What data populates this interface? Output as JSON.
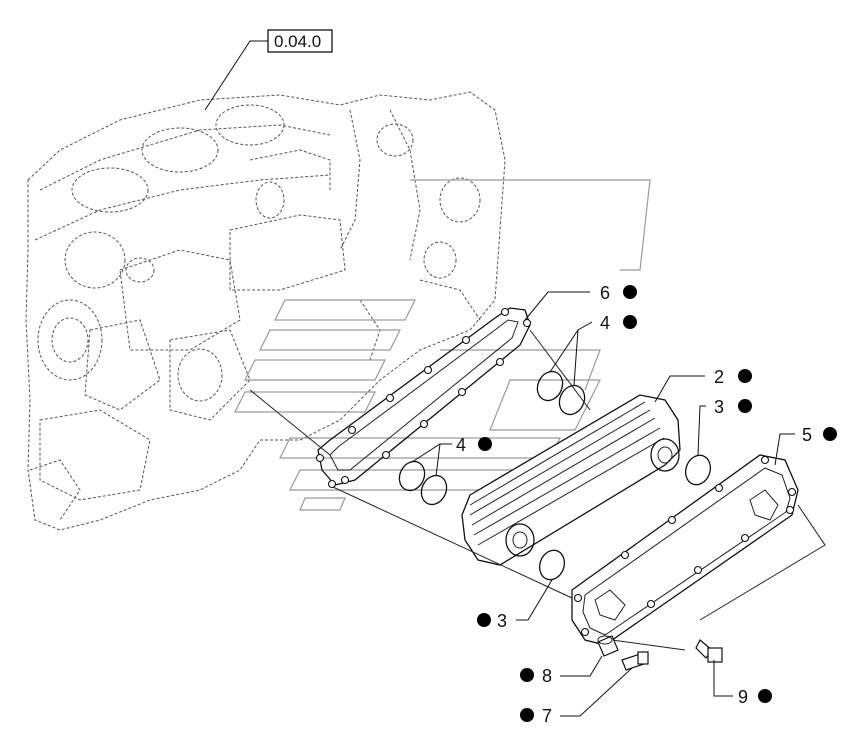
{
  "reference_box": {
    "label": "0.04.0"
  },
  "callouts": [
    {
      "id": "6",
      "marker": "filled-dot"
    },
    {
      "id": "4a",
      "text": "4",
      "marker": "filled-dot"
    },
    {
      "id": "4b",
      "text": "4",
      "marker": "filled-dot"
    },
    {
      "id": "2",
      "marker": "filled-dot"
    },
    {
      "id": "3a",
      "text": "3",
      "marker": "filled-dot"
    },
    {
      "id": "5",
      "marker": "filled-dot"
    },
    {
      "id": "3b",
      "text": "3",
      "marker": "filled-dot"
    },
    {
      "id": "8",
      "marker": "filled-dot"
    },
    {
      "id": "9",
      "marker": "filled-dot"
    },
    {
      "id": "7",
      "marker": "filled-dot"
    }
  ],
  "labels": {
    "c6": "6",
    "c4a": "4",
    "c4b": "4",
    "c2": "2",
    "c3a": "3",
    "c5": "5",
    "c3b": "3",
    "c8": "8",
    "c9": "9",
    "c7": "7"
  },
  "colors": {
    "line": "#111111",
    "phantom": "#555555",
    "watermark": "#9a9a9a",
    "dot": "#000000"
  }
}
